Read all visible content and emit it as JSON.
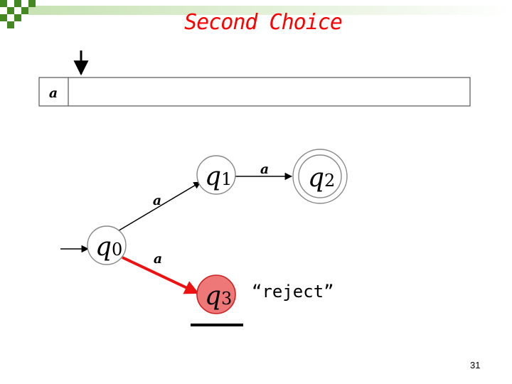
{
  "title": "Second Choice",
  "page_number": "31",
  "tape": {
    "symbols": [
      "a"
    ]
  },
  "states": [
    {
      "id": "q0",
      "base": "q",
      "sub": "0",
      "initial": true,
      "final": false,
      "active": false
    },
    {
      "id": "q1",
      "base": "q",
      "sub": "1",
      "initial": false,
      "final": false,
      "active": false
    },
    {
      "id": "q2",
      "base": "q",
      "sub": "2",
      "initial": false,
      "final": true,
      "active": false
    },
    {
      "id": "q3",
      "base": "q",
      "sub": "3",
      "initial": false,
      "final": false,
      "active": true
    }
  ],
  "transitions": [
    {
      "from": "q0",
      "to": "q1",
      "label": "a",
      "active": false
    },
    {
      "from": "q1",
      "to": "q2",
      "label": "a",
      "active": false
    },
    {
      "from": "q0",
      "to": "q3",
      "label": "a",
      "active": true
    }
  ],
  "status": {
    "label": "“reject”"
  },
  "colors": {
    "title": "#ff0000",
    "active_edge": "#ee1111",
    "active_state_fill": "#ee7777",
    "active_state_stroke": "#cc2222",
    "checker_green": "#448822",
    "header_band": "#d4ebc4"
  }
}
